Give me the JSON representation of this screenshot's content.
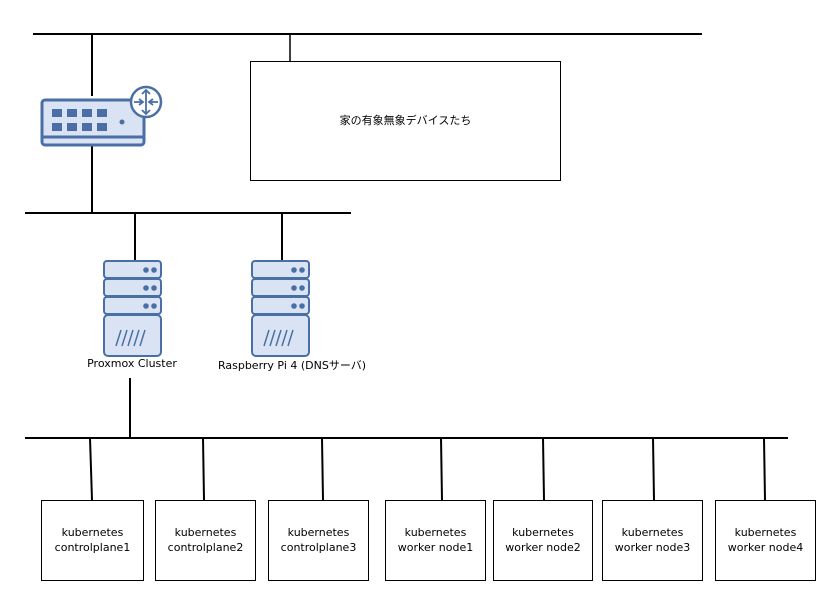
{
  "devices_box": {
    "label": "家の有象無象デバイスたち"
  },
  "servers": [
    {
      "name": "proxmox-cluster",
      "label": "Proxmox Cluster"
    },
    {
      "name": "raspberry-pi",
      "label": "Raspberry Pi 4 (DNSサーバ)"
    }
  ],
  "nodes": [
    {
      "line1": "kubernetes",
      "line2": "controlplane1"
    },
    {
      "line1": "kubernetes",
      "line2": "controlplane2"
    },
    {
      "line1": "kubernetes",
      "line2": "controlplane3"
    },
    {
      "line1": "kubernetes",
      "line2": "worker node1"
    },
    {
      "line1": "kubernetes",
      "line2": "worker node2"
    },
    {
      "line1": "kubernetes",
      "line2": "worker node3"
    },
    {
      "line1": "kubernetes",
      "line2": "worker node4"
    }
  ],
  "colors": {
    "icon_stroke": "#4a6fa5",
    "icon_fill": "#dae3f3",
    "line": "#000000"
  },
  "icons": {
    "switch": "network-switch-router-icon",
    "server": "server-rack-icon"
  }
}
